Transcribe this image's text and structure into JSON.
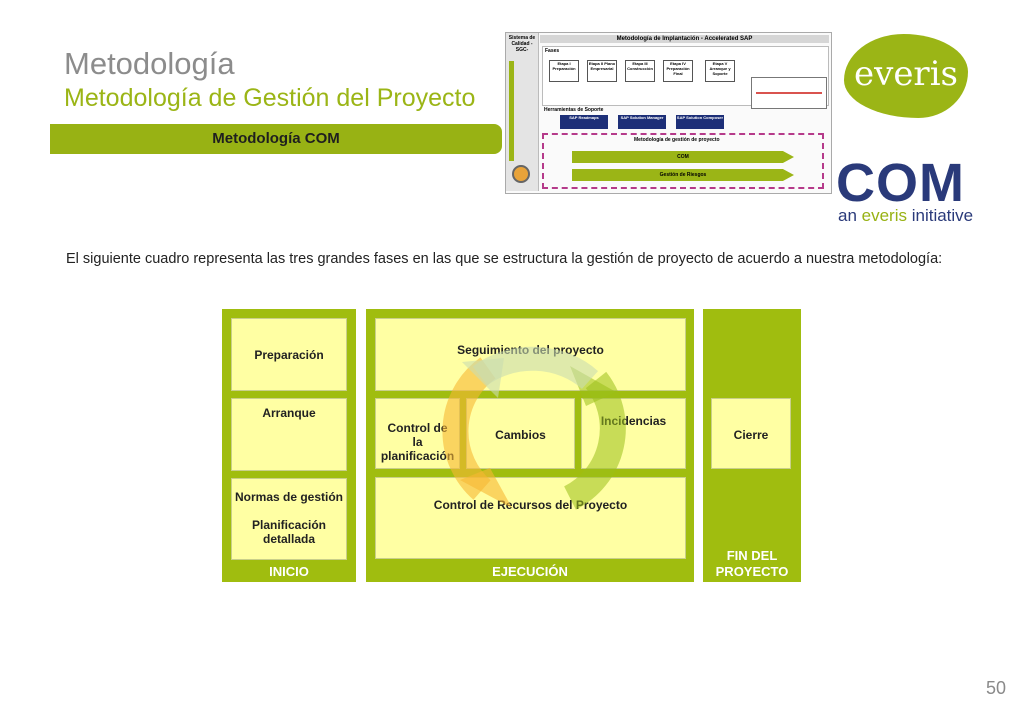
{
  "header": {
    "title": "Metodología",
    "subtitle": "Metodología de Gestión del Proyecto",
    "band_label": "Metodología COM"
  },
  "mini_diagram": {
    "side_label": "Sistema de Calidad - SGC-",
    "title": "Metodología de Implantación   - Accelerated SAP",
    "fases_label": "Fases",
    "stages": [
      "Etapa I Preparación",
      "Etapa II Plano Empresarial",
      "Etapa III Construcción",
      "Etapa IV Preparación Final",
      "Etapa V Arranque y Soporte"
    ],
    "tools_label": "Herramientas de Soporte",
    "tools": [
      "SAP Readmaps",
      "SAP Solution Manager",
      "SAP Solution Composer"
    ],
    "metod_label": "Metodología de gestión de proyecto",
    "com_label": "COM",
    "riesgos_label": "Gestión de Riesgos"
  },
  "logos": {
    "everis": "everis",
    "com": "COM",
    "com_sub_prefix": "an ",
    "com_sub_brand": "everis",
    "com_sub_suffix": " initiative"
  },
  "intro": "El siguiente cuadro representa las tres grandes fases en las que se estructura la gestión de proyecto de acuerdo a nuestra metodología:",
  "phases": {
    "inicio": {
      "label": "INICIO",
      "cards": [
        "Preparación",
        "Arranque",
        "Normas de gestión",
        "Planificación detallada"
      ]
    },
    "ejecucion": {
      "label": "EJECUCIÓN",
      "seguimiento": "Seguimiento del proyecto",
      "control_1": "Control de",
      "control_2": "la planificación",
      "cambios": "Cambios",
      "incidencias": "Incidencias",
      "recursos": "Control de Recursos del Proyecto"
    },
    "fin": {
      "label_1": "FIN DEL",
      "label_2": "PROYECTO",
      "cierre": "Cierre"
    }
  },
  "colors": {
    "accent_green": "#a0bd0f",
    "card_yellow": "#ffffa3",
    "title_gray": "#8c8c8c",
    "com_navy": "#2a3a7a"
  },
  "page_number": "50"
}
